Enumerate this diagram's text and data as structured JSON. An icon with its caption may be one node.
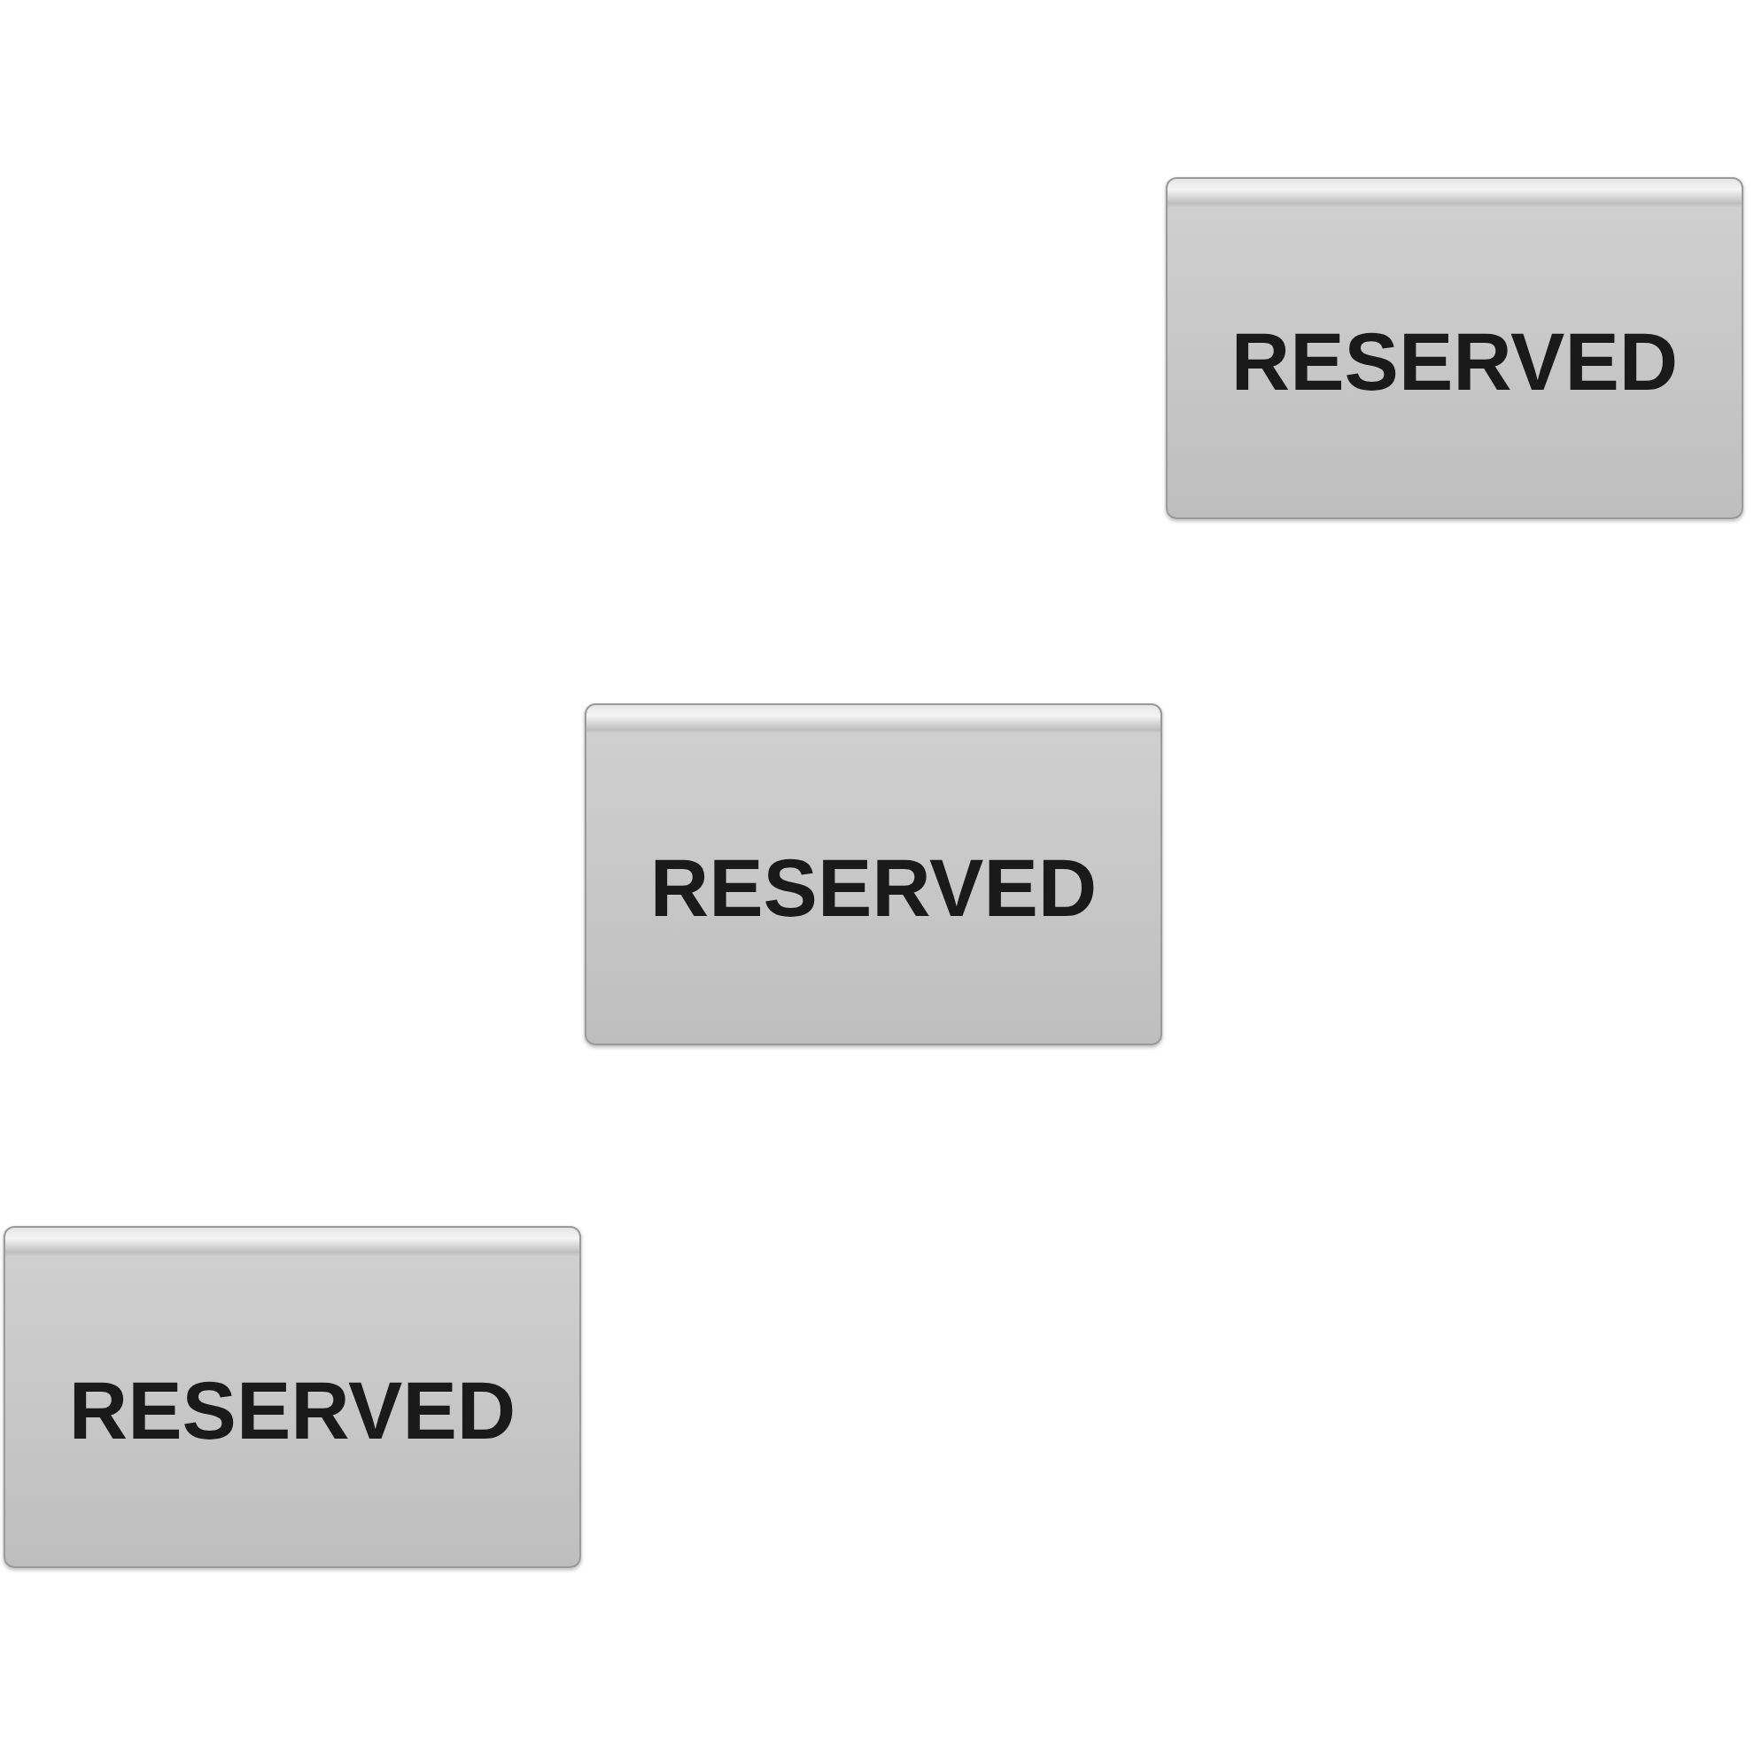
{
  "diagram": {
    "nodes": [
      {
        "text": [
          "RESERVED"
        ]
      },
      {
        "text": [
          "RESERVED"
        ]
      },
      {
        "text": [
          "RESERVED"
        ]
      }
    ]
  }
}
